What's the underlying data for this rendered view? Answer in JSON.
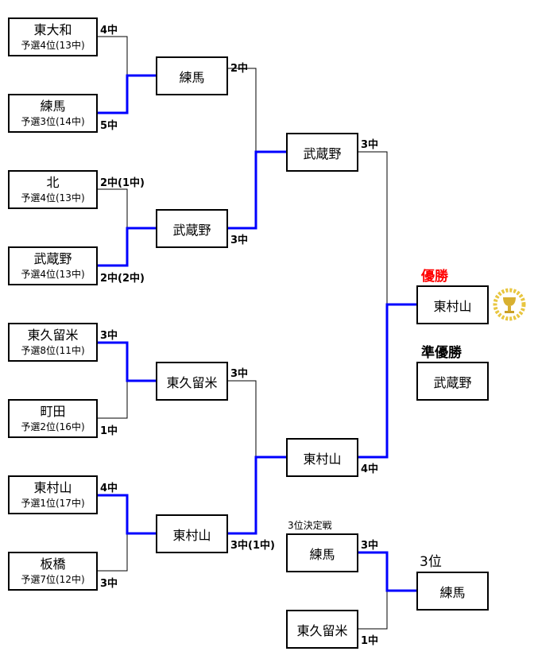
{
  "round1": [
    {
      "name": "東大和",
      "seed": "予選4位(13中)",
      "score": "4中"
    },
    {
      "name": "練馬",
      "seed": "予選3位(14中)",
      "score": "5中"
    },
    {
      "name": "北",
      "seed": "予選4位(13中)",
      "score": "2中(1中)"
    },
    {
      "name": "武蔵野",
      "seed": "予選4位(13中)",
      "score": "2中(2中)"
    },
    {
      "name": "東久留米",
      "seed": "予選8位(11中)",
      "score": "3中"
    },
    {
      "name": "町田",
      "seed": "予選2位(16中)",
      "score": "1中"
    },
    {
      "name": "東村山",
      "seed": "予選1位(17中)",
      "score": "4中"
    },
    {
      "name": "板橋",
      "seed": "予選7位(12中)",
      "score": "3中"
    }
  ],
  "round2": [
    {
      "name": "練馬",
      "score": "2中"
    },
    {
      "name": "武蔵野",
      "score": "3中"
    },
    {
      "name": "東久留米",
      "score": "3中"
    },
    {
      "name": "東村山",
      "score": "3中(1中)"
    }
  ],
  "semis": [
    {
      "name": "武蔵野",
      "score": "3中"
    },
    {
      "name": "東村山",
      "score": "4中"
    }
  ],
  "third_place_match": {
    "title": "3位決定戦",
    "teams": [
      {
        "name": "練馬",
        "score": "3中"
      },
      {
        "name": "東久留米",
        "score": "1中"
      }
    ]
  },
  "results": {
    "champion_label": "優勝",
    "champion": "東村山",
    "runner_up_label": "準優勝",
    "runner_up": "武蔵野",
    "third_label": "3位",
    "third": "練馬"
  },
  "colors": {
    "winner_line": "#0000ff",
    "loser_line": "#000000",
    "champion_label": "#ff0000"
  }
}
